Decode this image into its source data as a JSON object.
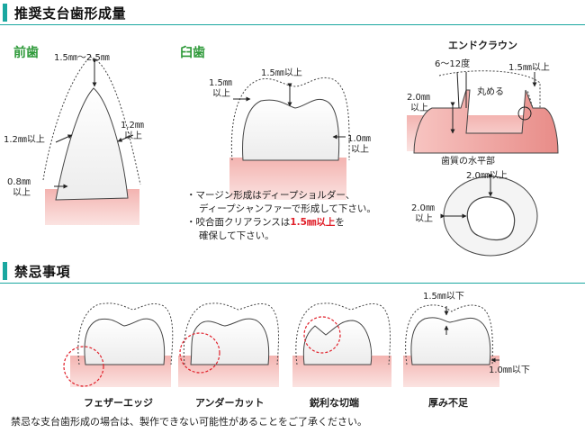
{
  "sections": {
    "recommended_title": "推奨支台歯形成量",
    "prohibited_title": "禁忌事項"
  },
  "anterior": {
    "title": "前歯",
    "incisal": "1.5㎜〜2.5㎜",
    "left_mid": "1.2㎜以上",
    "right_mid_1": "1.2㎜",
    "right_mid_2": "以上",
    "margin_1": "0.8㎜",
    "margin_2": "以上"
  },
  "molar": {
    "title": "臼歯",
    "occlusal": "1.5㎜以上",
    "left_1": "1.5㎜",
    "left_2": "以上",
    "right_1": "1.0㎜",
    "right_2": "以上"
  },
  "notes": {
    "line1": "・マージン形成はディープショルダー、",
    "line2": "ディープシャンファーで形成して下さい。",
    "line3_pre": "・咬合面クリアランスは",
    "line3_red": "1.5㎜以上",
    "line3_post": "を",
    "line4": "確保して下さい。"
  },
  "endocrown": {
    "title": "エンドクラウン",
    "angle": "6〜12度",
    "right_top": "1.5㎜以上",
    "round": "丸める",
    "left_1": "2.0㎜",
    "left_2": "以上"
  },
  "horizontal": {
    "title": "歯質の水平部",
    "top": "2.0㎜以上",
    "left_1": "2.0㎜",
    "left_2": "以上"
  },
  "prohibited": {
    "items": [
      "フェザーエッジ",
      "アンダーカット",
      "鋭利な切端",
      "厚み不足"
    ],
    "top_label": "1.5㎜以下",
    "side_label": "1.0㎜以下"
  },
  "footer": "禁忌な支台歯形成の場合は、製作できない可能性があることをご了承ください。",
  "colors": {
    "accent": "#1aa7a0",
    "title_green": "#2f9a3a",
    "warning_red": "#e0202a",
    "gum": "#f0a0a0"
  }
}
